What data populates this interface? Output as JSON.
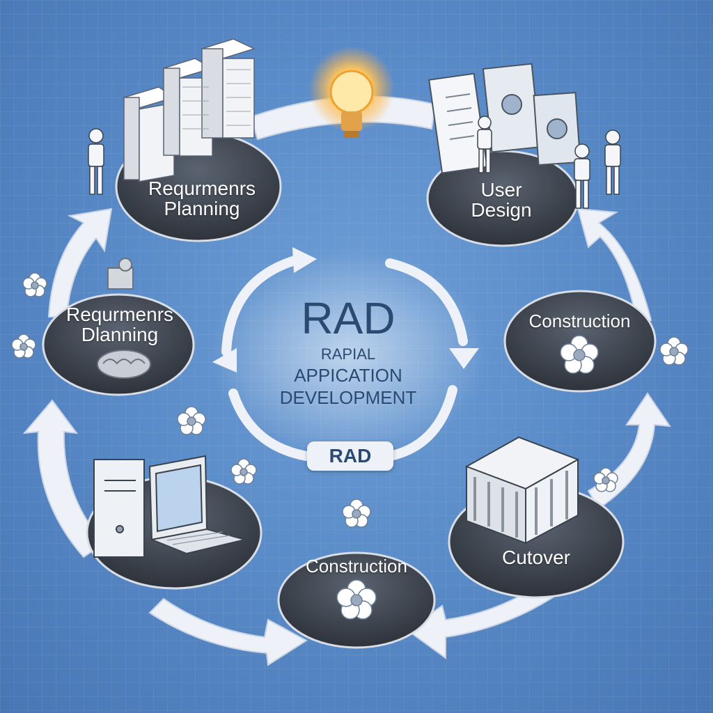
{
  "center": {
    "title": "RAD",
    "subtitle_line1": "RAPIAL",
    "subtitle_line2": "APPICATION",
    "subtitle_line3": "DEVELOPMENT",
    "badge": "RAD"
  },
  "nodes": {
    "top_left": {
      "line1": "Requrmenrs",
      "line2": "Planning"
    },
    "top_right": {
      "line1": "User",
      "line2": "Design"
    },
    "mid_left": {
      "line1": "Requrmenrs",
      "line2": "Dlanning"
    },
    "mid_right": {
      "line1": "Construction"
    },
    "bottom_center": {
      "line1": "Construction"
    },
    "bottom_right": {
      "line1": "Cutover"
    }
  },
  "icons": {
    "top_left": "server-towers-icon",
    "top_center": "light-bulb-icon",
    "top_right": "documents-icon",
    "mid_left": "brain-icon",
    "mid_right": "flower-icon",
    "bottom_left": "computer-icon",
    "bottom_center": "flower-icon",
    "bottom_right": "building-icon",
    "people": "person-icon"
  },
  "colors": {
    "background": "#5a8cc9",
    "platform": "#3f4650",
    "arrow": "#eef2f8",
    "title_text": "#2b4a72",
    "bulb_glow": "#ffb640"
  }
}
